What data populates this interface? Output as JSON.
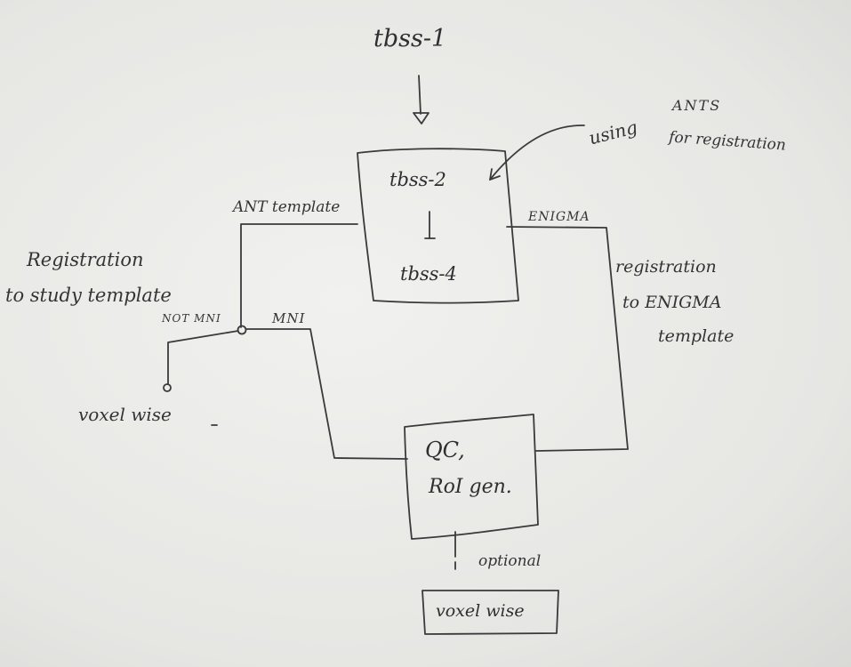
{
  "nodes": {
    "tbss1": "tbss-1",
    "tbss2": "tbss-2",
    "tbss4": "tbss-4",
    "qc": "QC,",
    "roi": "RoI gen.",
    "voxelwise_box": "voxel wise"
  },
  "annotations": {
    "using": "using",
    "ants": "ANTS",
    "for_registration": "for registration",
    "ant_template": "ANT template",
    "enigma": "ENIGMA",
    "registration_enigma_1": "registration",
    "registration_enigma_2": "to ENIGMA",
    "registration_enigma_3": "template",
    "registration_study_1": "Registration",
    "registration_study_2": "to study template",
    "not_mni": "NOT MNI",
    "mni": "MNI",
    "voxelwise_left": "voxel wise",
    "optional": "optional"
  }
}
